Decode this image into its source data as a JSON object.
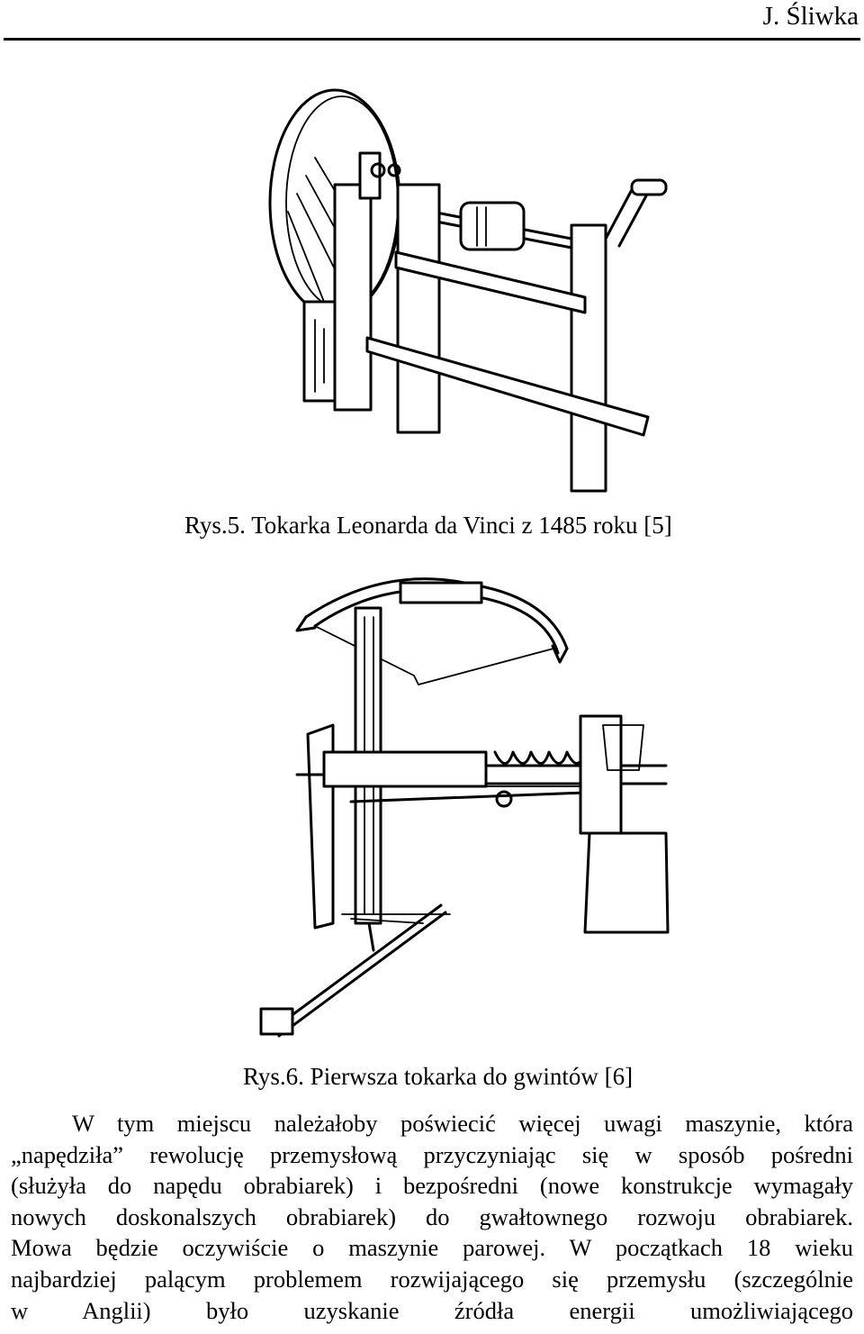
{
  "header": {
    "author": "J. Śliwka"
  },
  "figures": [
    {
      "caption": "Rys.5. Tokarka Leonarda da Vinci z 1485 roku [5]"
    },
    {
      "caption": "Rys.6. Pierwsza tokarka do gwintów [6]"
    }
  ],
  "body": {
    "lines": [
      "W tym miejscu należałoby poświecić więcej uwagi maszynie, która",
      "„napędziła” rewolucję przemysłową przyczyniając się w sposób pośredni",
      "(służyła do napędu obrabiarek) i bezpośredni (nowe konstrukcje wymagały",
      "nowych doskonalszych obrabiarek) do gwałtownego rozwoju obrabiarek.",
      "Mowa będzie oczywiście o maszynie parowej. W początkach 18 wieku",
      "najbardziej palącym problemem rozwijającego się przemysłu (szczególnie",
      "w Anglii) było uzyskanie źródła energii umożliwiającego"
    ]
  }
}
